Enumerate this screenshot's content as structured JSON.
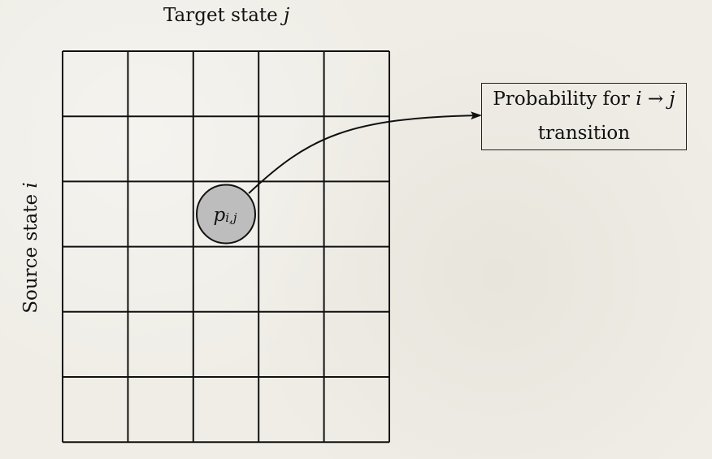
{
  "axis_labels": {
    "top_prefix": "Target state",
    "top_var": "j",
    "side_prefix": "Source state",
    "side_var": "i"
  },
  "grid": {
    "rows": 6,
    "cols": 5,
    "highlight_row": 2,
    "highlight_col": 2
  },
  "node": {
    "base": "p",
    "subscript": "i,j"
  },
  "callout": {
    "line1_prefix": "Probability for",
    "line1_math": "i → j",
    "line2": "transition"
  },
  "colors": {
    "background": "#efede6",
    "grid_line": "#111111",
    "node_fill": "#bdbdbd",
    "node_stroke": "#111111",
    "text": "#111111"
  }
}
